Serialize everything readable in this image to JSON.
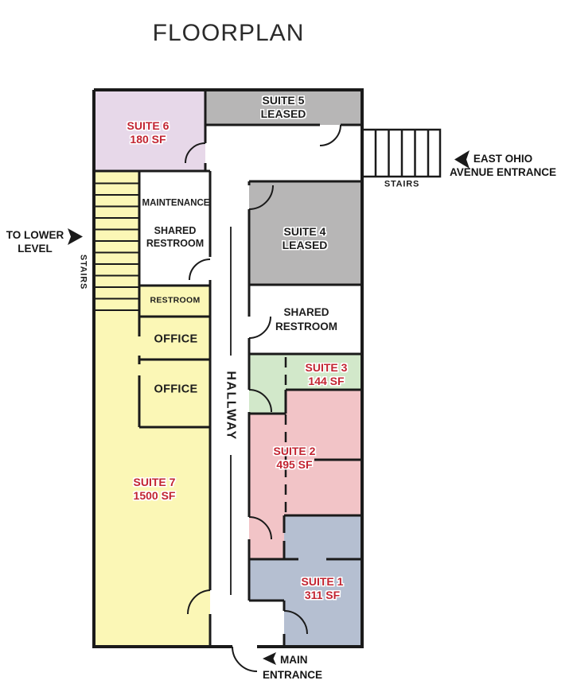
{
  "title": "FLOORPLAN",
  "rooms": {
    "suite6": {
      "name": "SUITE 6",
      "size": "180 SF"
    },
    "suite5": {
      "name": "SUITE 5",
      "status": "LEASED"
    },
    "suite4": {
      "name": "SUITE 4",
      "status": "LEASED"
    },
    "suite3": {
      "name": "SUITE 3",
      "size": "144 SF"
    },
    "suite2": {
      "name": "SUITE 2",
      "size": "495 SF"
    },
    "suite1": {
      "name": "SUITE 1",
      "size": "311 SF"
    },
    "suite7": {
      "name": "SUITE 7",
      "size": "1500 SF"
    },
    "maintenance": {
      "label": "MAINTENANCE"
    },
    "shared_restroom_left": {
      "line1": "SHARED",
      "line2": "RESTROOM"
    },
    "shared_restroom_right": {
      "line1": "SHARED",
      "line2": "RESTROOM"
    },
    "restroom": {
      "label": "RESTROOM"
    },
    "office_upper": {
      "label": "OFFICE"
    },
    "office_lower": {
      "label": "OFFICE"
    },
    "hallway": {
      "label": "HALLWAY"
    }
  },
  "annotations": {
    "stairs_left": {
      "label": "STAIRS"
    },
    "stairs_top": {
      "label": "STAIRS"
    },
    "to_lower_level": {
      "line1": "TO LOWER",
      "line2": "LEVEL"
    },
    "east_entrance": {
      "line1": "EAST OHIO",
      "line2": "AVENUE ENTRANCE"
    },
    "main_entrance": {
      "line1": "MAIN",
      "line2": "ENTRANCE"
    }
  },
  "colors": {
    "suite6": "#e7d8e9",
    "leased": "#b7b6b6",
    "suite7": "#fbf7b6",
    "suite3": "#d2e8ca",
    "suite2": "#f2c4c7",
    "suite1": "#b5bfd1",
    "white": "#ffffff",
    "wall": "#1a1a1a",
    "label_red": "#c22431"
  }
}
